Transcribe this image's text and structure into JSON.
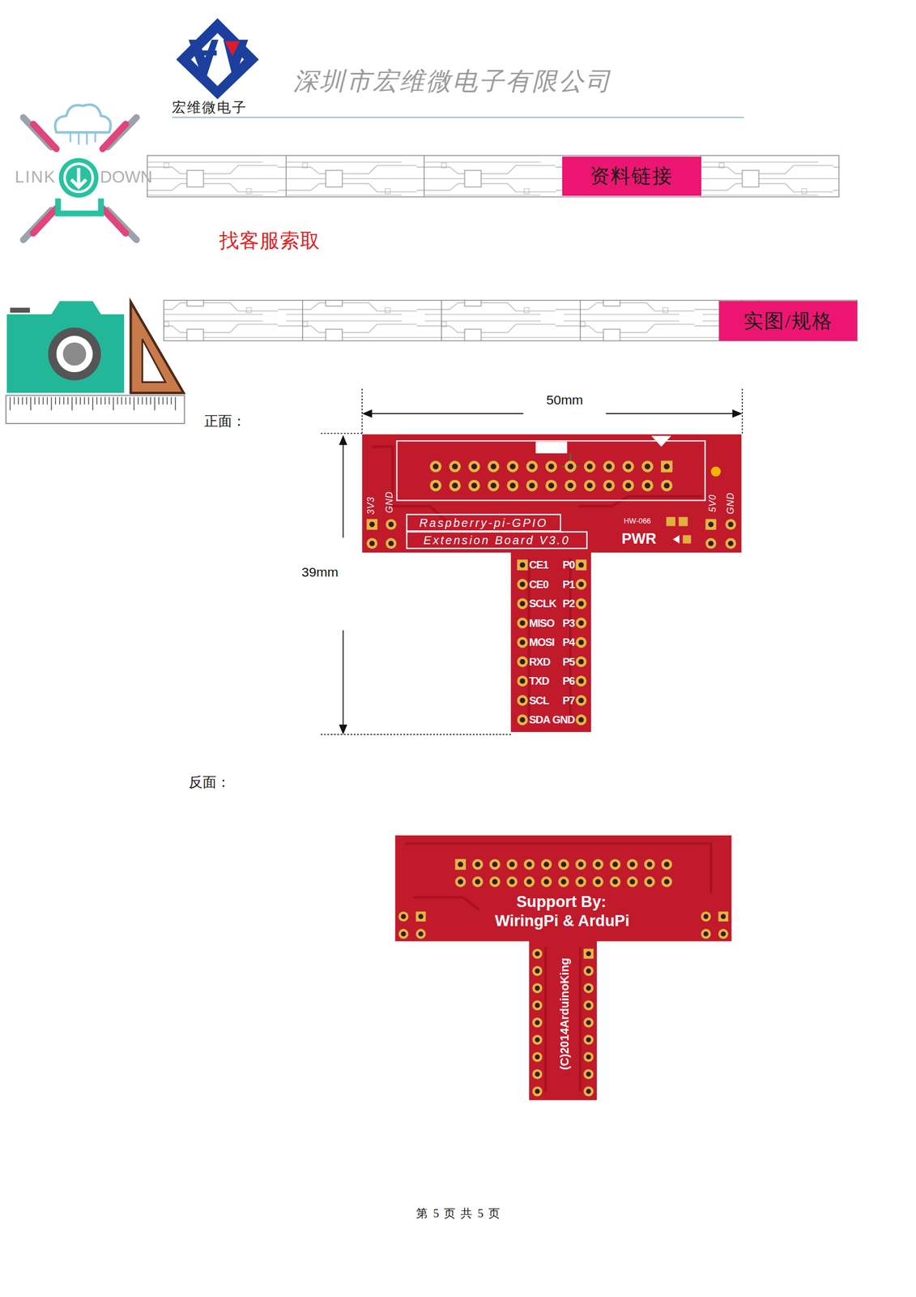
{
  "diagram": {
    "title": "深圳市宏维微电子有限公司",
    "nodes": [
      {
        "text": [
          "资料链接"
        ]
      },
      {
        "text": [
          "实图/规格"
        ]
      }
    ],
    "labels": [
      "宏维微电子",
      "LINK",
      "DOWN",
      "找客服索取",
      "正面：",
      "50mm",
      "39mm",
      "3V3",
      "GND",
      "5V0",
      "GND",
      "Raspberry-pi-GPIO",
      "Extension Board V3.0",
      "HW-066",
      "PWR",
      "CE1",
      "P0",
      "CE0",
      "P1",
      "SCLK",
      "P2",
      "MISO",
      "P3",
      "MOSI",
      "P4",
      "RXD",
      "P5",
      "TXD",
      "P6",
      "SCL",
      "P7",
      "SDA",
      "GND",
      "反面：",
      "Support By:",
      "WiringPi & ArduPi",
      "(C)2014ArduinoKing",
      "第 5 页 共 5 页"
    ]
  }
}
